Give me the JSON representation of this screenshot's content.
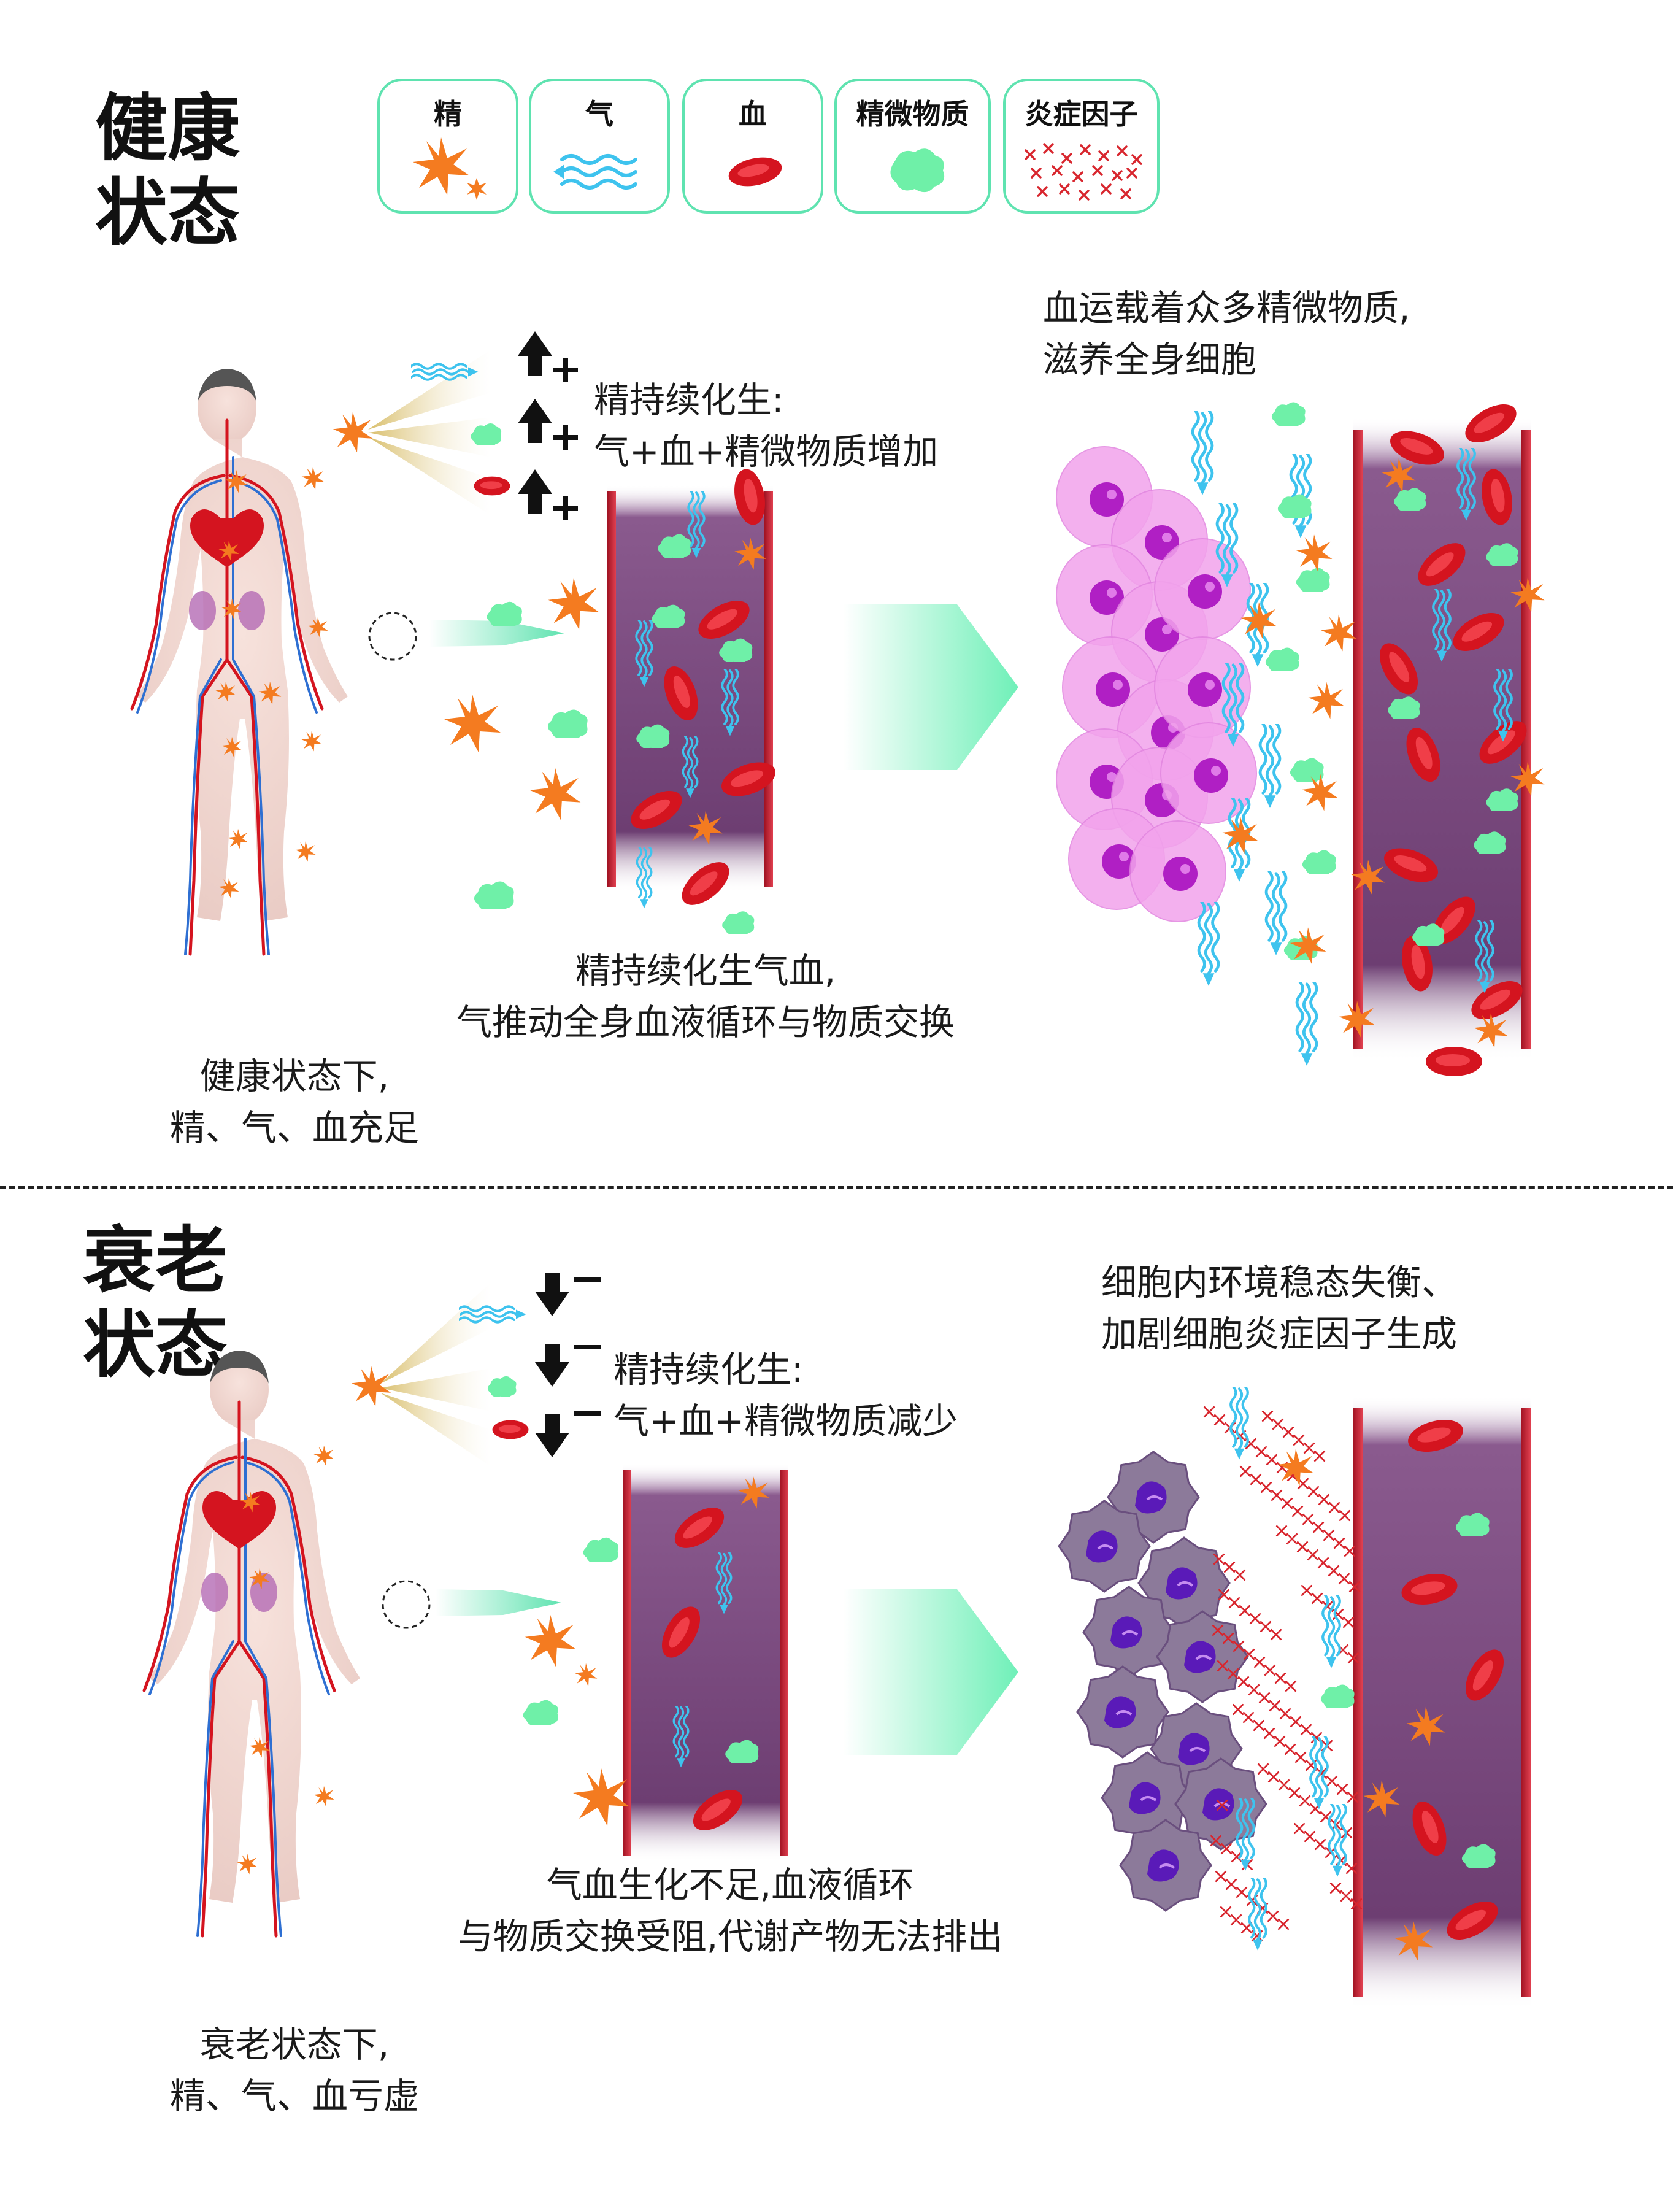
{
  "legend": [
    {
      "label": "精",
      "icon": "jing-orange-star-icon"
    },
    {
      "label": "气",
      "icon": "qi-blue-wave-icon"
    },
    {
      "label": "血",
      "icon": "blood-cell-icon"
    },
    {
      "label": "精微物质",
      "icon": "nutrient-green-blob-icon"
    },
    {
      "label": "炎症因子",
      "icon": "inflammatory-factor-red-cross-icon"
    }
  ],
  "healthy": {
    "title_line1": "健康",
    "title_line2": "状态",
    "increase_line1": "精持续化生:",
    "increase_line2": "气+血+精微物质增加",
    "vessel_caption_line1": "精持续化生气血,",
    "vessel_caption_line2": "气推动全身血液循环与物质交换",
    "cells_caption_line1": "血运载着众多精微物质,",
    "cells_caption_line2": "滋养全身细胞",
    "body_caption_line1": "健康状态下,",
    "body_caption_line2": "精、气、血充足"
  },
  "aging": {
    "title_line1": "衰老",
    "title_line2": "状态",
    "decrease_line1": "精持续化生:",
    "decrease_line2": "气+血+精微物质减少",
    "vessel_caption_line1": "气血生化不足,血液循环",
    "vessel_caption_line2": "与物质交换受阻,代谢产物无法排出",
    "cells_caption_line1": "细胞内环境稳态失衡、",
    "cells_caption_line2": "加剧细胞炎症因子生成",
    "body_caption_line1": "衰老状态下,",
    "body_caption_line2": "精、气、血亏虚"
  },
  "colors": {
    "jing_orange": "#f47b20",
    "qi_blue": "#3ec3ee",
    "blood_red": "#d4141f",
    "nutrient_green": "#6ff0a8",
    "inflammatory_red": "#d8262e",
    "vessel_purple": "#7a4a7e",
    "healthy_cell_pink": "#f2a3ec",
    "aging_cell_purple": "#7a5a8e",
    "arrow_gradient_green": "#5fe3b0",
    "legend_border": "#5fe3b0"
  }
}
